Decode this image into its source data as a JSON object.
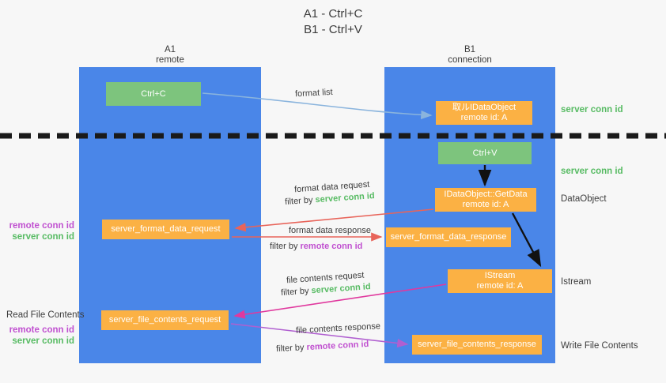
{
  "title": "A1 - Ctrl+C\nB1 - Ctrl+V",
  "lanes": [
    {
      "id": "a1",
      "header": "A1\nremote"
    },
    {
      "id": "b1",
      "header": "B1\nconnection"
    }
  ],
  "nodes": {
    "ctrl_c": "Ctrl+C",
    "idataobject": "取ルIDataObject\nremote id: A",
    "ctrl_v": "Ctrl+V",
    "getdata": "IDataObject::GetData\nremote id: A",
    "istream": "IStream\nremote id: A",
    "server_format_data_request": "server_format_data_request",
    "server_format_data_response": "server_format_data_response",
    "server_file_contents_request": "server_file_contents_request",
    "server_file_contents_response": "server_file_contents_response"
  },
  "flow_labels": {
    "format_list": "format list",
    "format_data_request": "format data request",
    "format_data_request_filter_prefix": "filter by ",
    "format_data_request_filter_value": "server conn id",
    "format_data_response": "format data response",
    "format_data_response_filter_prefix": "filter by ",
    "format_data_response_filter_value": "remote conn id",
    "file_contents_request": "file contents request",
    "file_contents_request_filter_prefix": "filter by ",
    "file_contents_request_filter_value": "server conn id",
    "file_contents_response": "file contents response",
    "file_contents_response_filter_prefix": "filter by ",
    "file_contents_response_filter_value": "remote conn id"
  },
  "right_labels": {
    "server_conn_id_1": "server conn id",
    "server_conn_id_2": "server conn id",
    "dataobject": "DataObject",
    "istream": "Istream",
    "write_file_contents": "Write File Contents"
  },
  "left_labels": {
    "remote_conn_id_1": "remote conn id",
    "server_conn_id_1": "server conn id",
    "read_file_contents": "Read File Contents",
    "remote_conn_id_2": "remote conn id",
    "server_conn_id_2": "server conn id"
  },
  "colors": {
    "background": "#f7f7f7",
    "lane": "#4a86e8",
    "node_green": "#7dc47d",
    "node_orange": "#fbb144",
    "green_text": "#57bb63",
    "purple_text": "#c050d0",
    "arrow_blue": "#8ab4dd",
    "arrow_red": "#e8645a",
    "arrow_magenta": "#e0399e",
    "arrow_purple": "#a martin",
    "divider": "#1a1a1a"
  }
}
